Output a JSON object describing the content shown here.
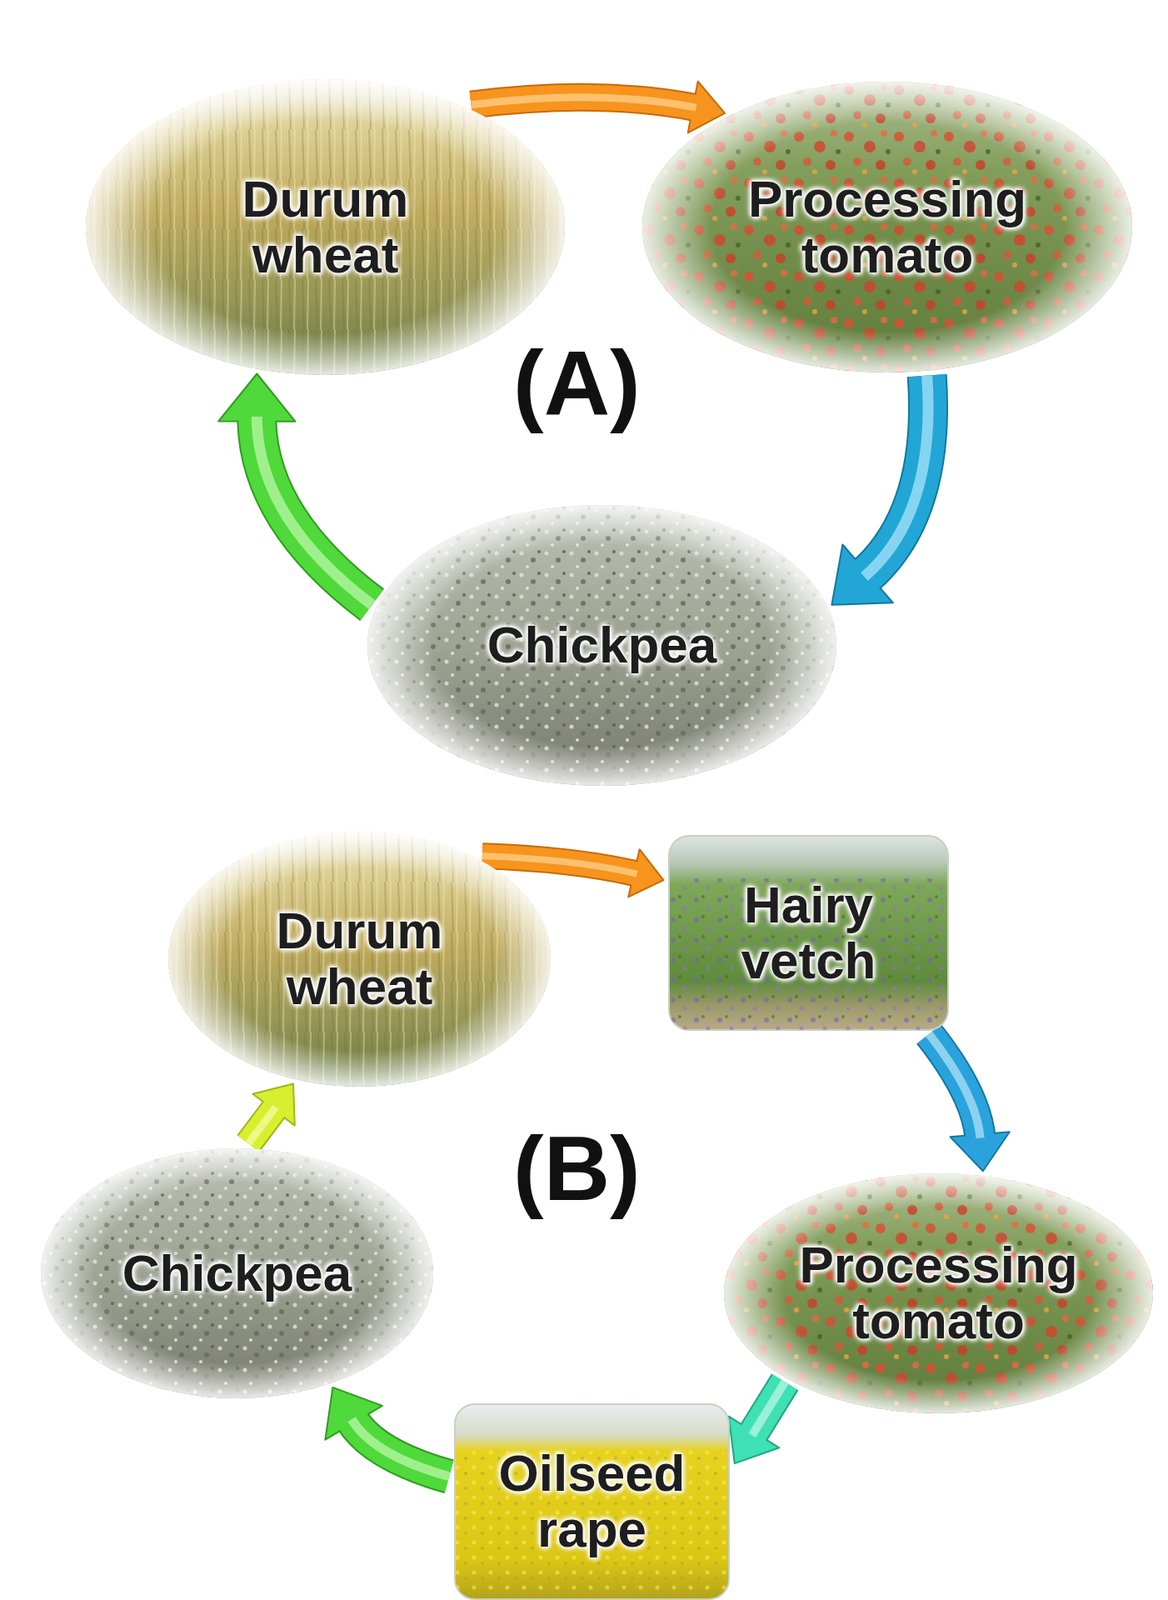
{
  "diagram": {
    "nodes": [
      {
        "text": [
          "Durum wheat"
        ]
      },
      {
        "text": [
          "Processing tomato"
        ]
      },
      {
        "text": [
          "Chickpea"
        ]
      },
      {
        "text": [
          "Durum wheat"
        ]
      },
      {
        "text": [
          "Hairy vetch"
        ]
      },
      {
        "text": [
          "Processing tomato"
        ]
      },
      {
        "text": [
          "Oilseed rape"
        ]
      },
      {
        "text": [
          "Chickpea"
        ]
      }
    ],
    "edges": [
      {
        "from": 0,
        "to": 1,
        "arrow": "to"
      },
      {
        "from": 1,
        "to": 2,
        "arrow": "to"
      },
      {
        "from": 2,
        "to": 0,
        "arrow": "to"
      },
      {
        "from": 3,
        "to": 4,
        "arrow": "to"
      },
      {
        "from": 4,
        "to": 5,
        "arrow": "to"
      },
      {
        "from": 5,
        "to": 6,
        "arrow": "to"
      },
      {
        "from": 6,
        "to": 7,
        "arrow": "to"
      },
      {
        "from": 7,
        "to": 3,
        "arrow": "to"
      }
    ],
    "labels": [
      "(A)",
      "(B)"
    ]
  }
}
